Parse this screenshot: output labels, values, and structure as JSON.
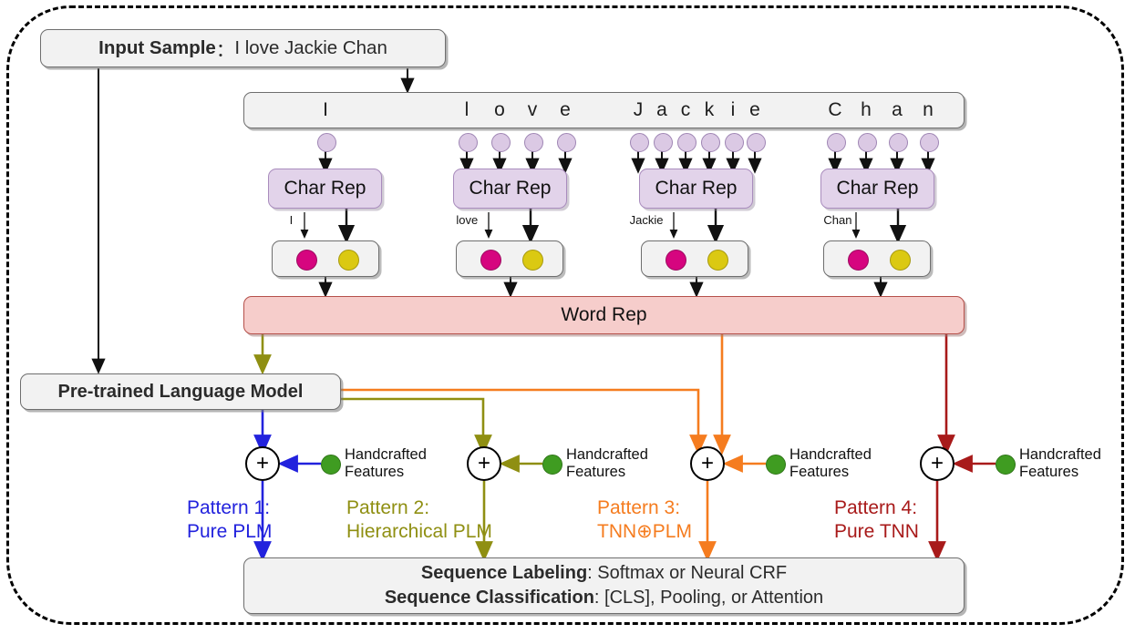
{
  "diagram": {
    "title_box": {
      "label": "Input Sample",
      "separator": "：",
      "value": "I love Jackie Chan"
    },
    "word_rep": {
      "label": "Word Rep"
    },
    "plm": {
      "label": "Pre-trained Language Model"
    },
    "char_rep_label": "Char Rep",
    "handcrafted_line1": "Handcrafted",
    "handcrafted_line2": "Features",
    "plus_symbol": "+",
    "output": {
      "row1_bold": "Sequence Labeling",
      "row1_rest": ": Softmax or Neural CRF",
      "row2_bold": "Sequence Classification",
      "row2_rest": ": [CLS], Pooling, or Attention"
    },
    "words": [
      {
        "word": "I",
        "chars": [
          "I"
        ]
      },
      {
        "word": "love",
        "chars": [
          "l",
          "o",
          "v",
          "e"
        ]
      },
      {
        "word": "Jackie",
        "chars": [
          "J",
          "a",
          "c",
          "k",
          "i",
          "e"
        ]
      },
      {
        "word": "Chan",
        "chars": [
          "C",
          "h",
          "a",
          "n"
        ]
      }
    ],
    "patterns": [
      {
        "line1": "Pattern 1:",
        "line2": "Pure PLM",
        "color": "#2222dd"
      },
      {
        "line1": "Pattern 2:",
        "line2": "Hierarchical PLM",
        "color": "#8f8f12"
      },
      {
        "line1": "Pattern 3:",
        "line2": "TNN⊕PLM",
        "color": "#f57c1f"
      },
      {
        "line1": "Pattern 4:",
        "line2": "Pure TNN",
        "color": "#a81a1a"
      }
    ],
    "colors": {
      "blue": "#2222dd",
      "olive": "#8f8f12",
      "orange": "#f57c1f",
      "darkred": "#a81a1a",
      "green_dot": "#3f9c21",
      "pink_dot": "#d6057f",
      "gold_dot": "#dbc912",
      "char_node": "#dbc9e4",
      "char_rep_fill": "#e2d3ea",
      "word_rep_fill": "#f6cdcb",
      "box_fill": "#f2f2f2"
    }
  }
}
